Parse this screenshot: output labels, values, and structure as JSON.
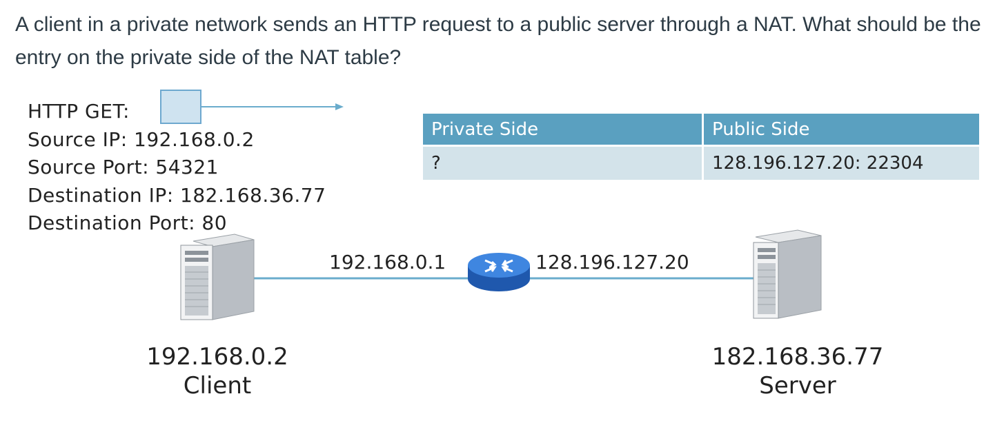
{
  "question": {
    "text": "A client in a private network sends an HTTP request to a public server through a NAT. What should be the entry on the private side of the NAT table?"
  },
  "packet": {
    "title": "HTTP GET:",
    "source_ip": "Source IP: 192.168.0.2",
    "source_port": "Source Port: 54321",
    "destination_ip": "Destination IP: 182.168.36.77",
    "destination_port": "Destination Port: 80"
  },
  "nat_table": {
    "headers": [
      "Private Side",
      "Public Side"
    ],
    "rows": [
      [
        "?",
        "128.196.127.20: 22304"
      ]
    ]
  },
  "network": {
    "router_private_ip": "192.168.0.1",
    "router_public_ip": "128.196.127.20",
    "client_ip": "192.168.0.2",
    "client_label": "Client",
    "server_ip": "182.168.36.77",
    "server_label": "Server"
  },
  "colors": {
    "link": "#6aaccc",
    "table_header": "#5aa0c0",
    "table_cell": "#d3e3ea",
    "router": "#2a6fd1"
  }
}
